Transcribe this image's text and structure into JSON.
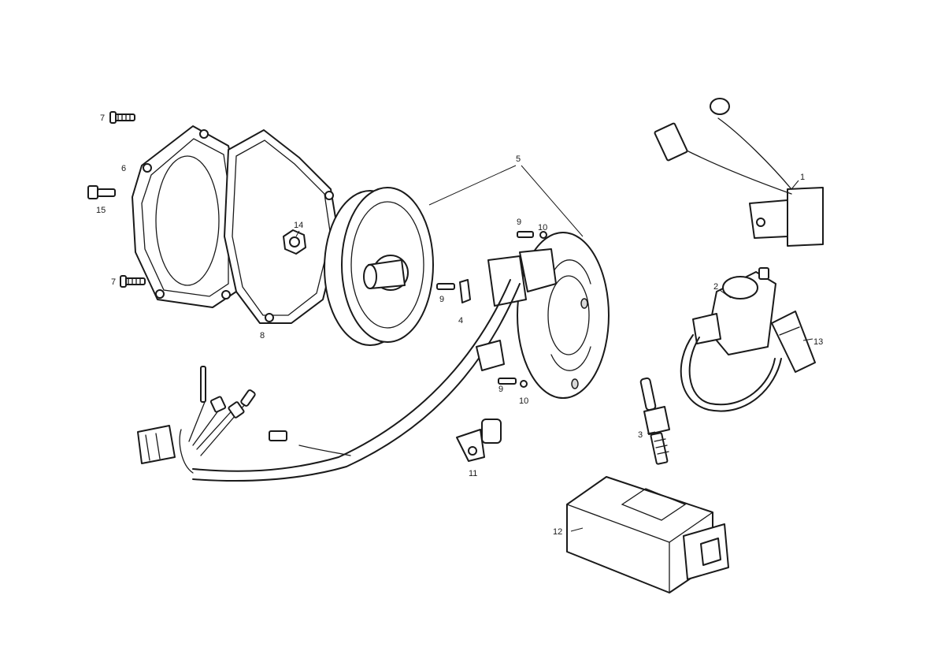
{
  "callouts": {
    "c1": "1",
    "c2": "2",
    "c3": "3",
    "c4": "4",
    "c5": "5",
    "c6": "6",
    "c7a": "7",
    "c7b": "7",
    "c8": "8",
    "c9a": "9",
    "c9b": "9",
    "c9c": "9",
    "c10a": "10",
    "c10b": "10",
    "c11": "11",
    "c12": "12",
    "c13": "13",
    "c14": "14",
    "c15": "15"
  },
  "colors": {
    "line": "#1a1a1a",
    "background": "#ffffff",
    "shade": "#d9d9d9"
  }
}
